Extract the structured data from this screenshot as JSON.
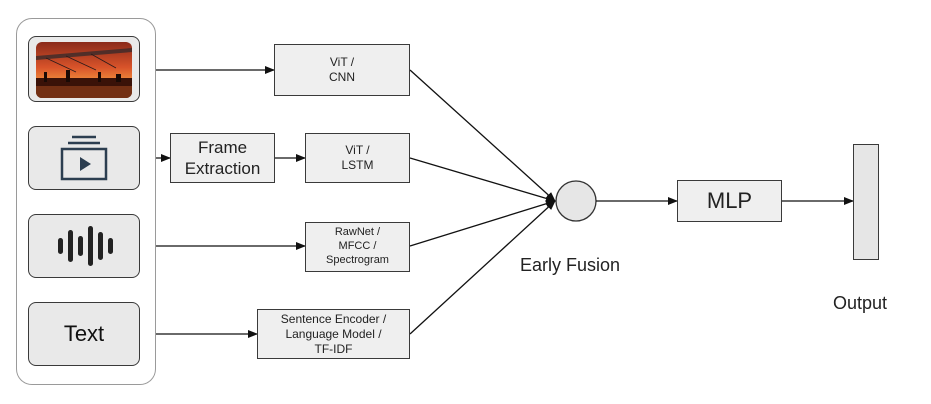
{
  "inputs": {
    "text_label": "Text"
  },
  "blocks": {
    "frame_extraction": "Frame\nExtraction",
    "vit_cnn": "ViT /\nCNN",
    "vit_lstm": "ViT /\nLSTM",
    "audio_model": "RawNet /\nMFCC /\nSpectrogram",
    "text_model": "Sentence Encoder /\nLanguage Model /\nTF-IDF",
    "mlp": "MLP"
  },
  "labels": {
    "fusion": "Early Fusion",
    "output": "Output"
  },
  "icons": {
    "image": "image-icon",
    "video": "video-play-icon",
    "audio": "audio-waveform-icon"
  },
  "colors": {
    "box_fill": "#efefef",
    "module_fill": "#e9e9e9",
    "line": "#111111"
  }
}
